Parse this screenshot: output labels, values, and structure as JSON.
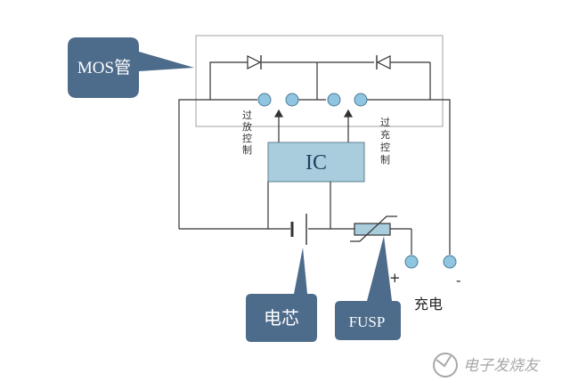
{
  "callouts": {
    "mos": "MOS管",
    "cell": "电芯",
    "fusp": "FUSP"
  },
  "ic_label": "IC",
  "control_labels": {
    "over_discharge": "过放控制",
    "over_charge": "过充控制"
  },
  "terminals": {
    "plus": "+",
    "minus": "-",
    "charge": "充电"
  },
  "watermark": "电子发烧友",
  "colors": {
    "callout_fill": "#4d6b8a",
    "ic_fill": "#a9cddc",
    "ic_stroke": "#5c7f90",
    "node_fill": "#8fc5e0",
    "wire": "#333333",
    "mos_box": "#999999"
  }
}
